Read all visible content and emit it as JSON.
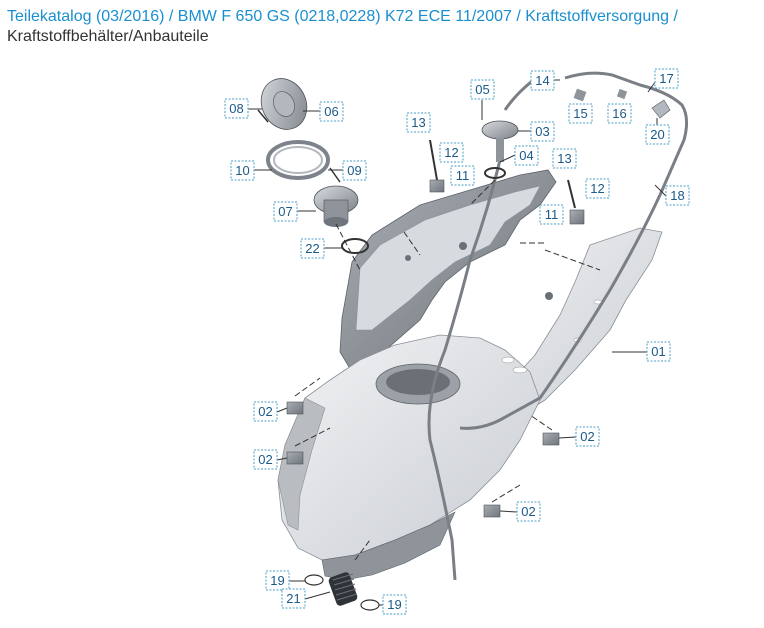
{
  "breadcrumb": {
    "items": [
      {
        "label": "Teilekatalog (03/2016)"
      },
      {
        "label": "BMW F 650 GS (0218,0228) K72 ECE 11/2007"
      },
      {
        "label": "Kraftstoffversorgung"
      }
    ],
    "separator": " / "
  },
  "subtitle": "Kraftstoffbehälter/Anbauteile",
  "callouts": [
    {
      "id": "08"
    },
    {
      "id": "06"
    },
    {
      "id": "10"
    },
    {
      "id": "09"
    },
    {
      "id": "07"
    },
    {
      "id": "22"
    },
    {
      "id": "05"
    },
    {
      "id": "14"
    },
    {
      "id": "17"
    },
    {
      "id": "15"
    },
    {
      "id": "16"
    },
    {
      "id": "20"
    },
    {
      "id": "13"
    },
    {
      "id": "03"
    },
    {
      "id": "12"
    },
    {
      "id": "04"
    },
    {
      "id": "11"
    },
    {
      "id": "13"
    },
    {
      "id": "12"
    },
    {
      "id": "18"
    },
    {
      "id": "11"
    },
    {
      "id": "01"
    },
    {
      "id": "02"
    },
    {
      "id": "02"
    },
    {
      "id": "02"
    },
    {
      "id": "02"
    },
    {
      "id": "19"
    },
    {
      "id": "21"
    },
    {
      "id": "19"
    }
  ],
  "colors": {
    "link": "#1a8fd0",
    "callout_border": "#4a9ec8",
    "callout_text": "#1c5a88",
    "part_light": "#e8eaec",
    "part_mid": "#c5c9ce",
    "part_dark": "#8e949a"
  }
}
